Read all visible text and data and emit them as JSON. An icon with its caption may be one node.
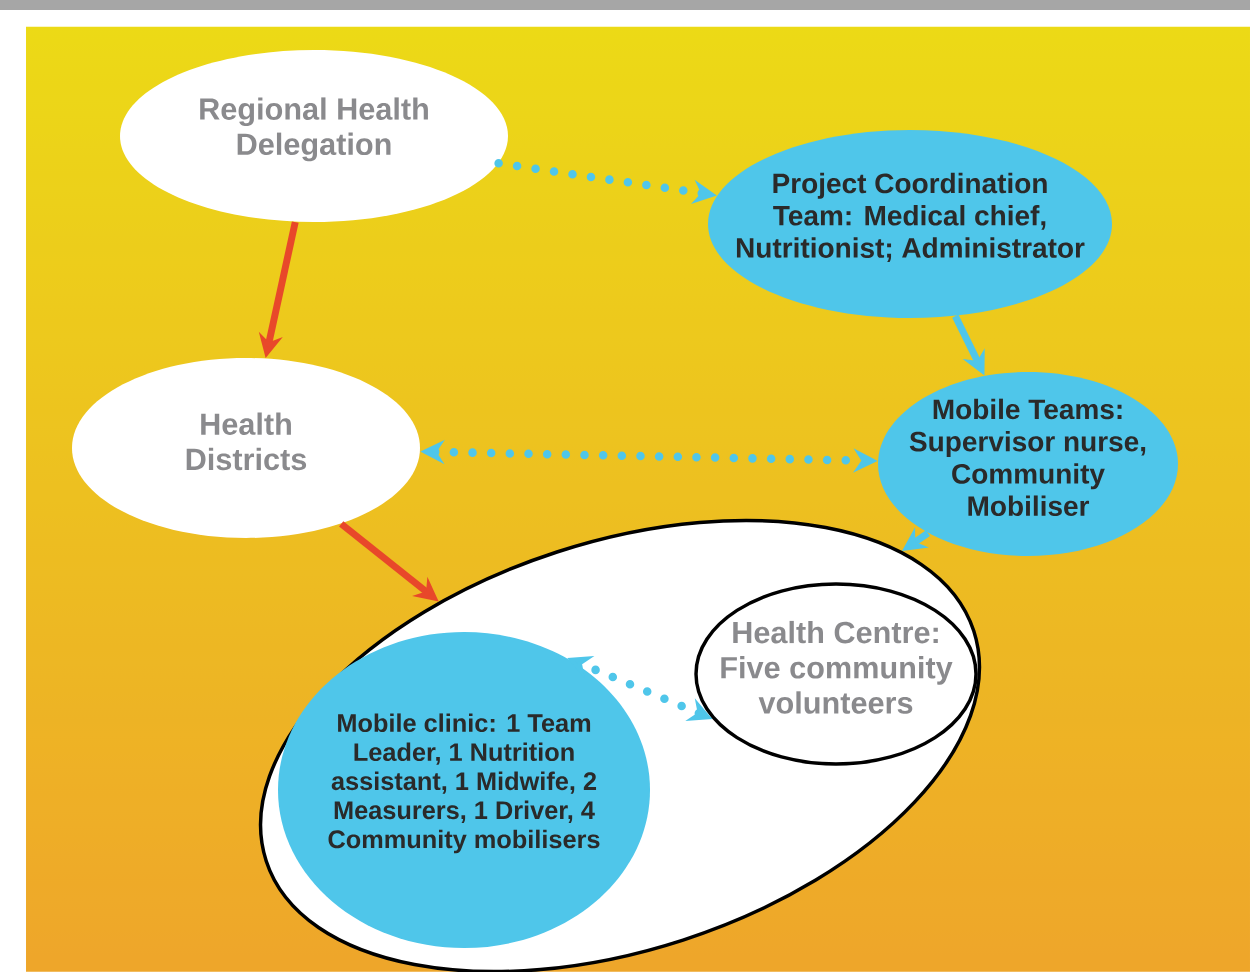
{
  "diagram": {
    "nodes": [
      {
        "text": [
          "Regional Health Delegation"
        ]
      },
      {
        "text": [
          "Project Coordination Team: Medical chief, Nutritionist; Administrator"
        ]
      },
      {
        "text": [
          "Health Districts"
        ]
      },
      {
        "text": [
          "Mobile Teams: Supervisor nurse, Community Mobiliser"
        ]
      },
      {
        "text": [],
        "shape": "ellipse"
      },
      {
        "text": [
          "Mobile clinic: 1 Team Leader, 1 Nutrition assistant, 1 Midwife, 2 Measurers, 1 Driver, 4 Community mobilisers"
        ],
        "in": 4
      },
      {
        "text": [
          "Health Centre: Five community volunteers"
        ],
        "in": 4
      }
    ],
    "edges": [
      {
        "from": 0,
        "to": 1,
        "arrow": "to",
        "style": "dashed"
      },
      {
        "from": 0,
        "to": 2,
        "arrow": "to",
        "color": "#e8482a"
      },
      {
        "from": 1,
        "to": 3,
        "arrow": "to"
      },
      {
        "from": 2,
        "to": 3,
        "arrow": "both",
        "style": "dashed"
      },
      {
        "from": 2,
        "to": 4,
        "arrow": "to",
        "color": "#e8482a"
      },
      {
        "from": 3,
        "to": 4,
        "arrow": "to"
      },
      {
        "from": 6,
        "to": 5,
        "arrow": "both",
        "style": "dashed"
      }
    ]
  }
}
